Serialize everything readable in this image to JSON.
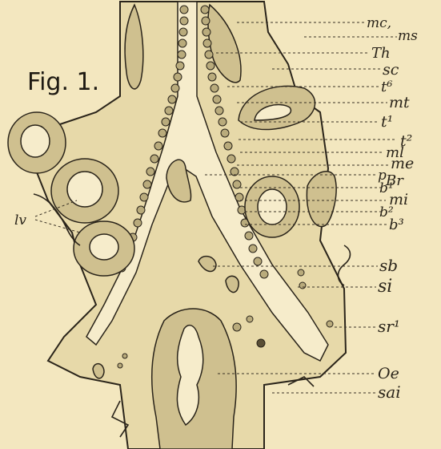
{
  "figure": {
    "title": "Fig. 1.",
    "labels": {
      "mc": "mc,",
      "ms": "ms",
      "th": "Th",
      "sc": "sc",
      "t6": "t⁶",
      "mt": "mt",
      "t1": "t¹",
      "t2": "t²",
      "ml": "ml",
      "me": "me",
      "p": "p",
      "br": "Br",
      "b1": "b¹",
      "mi": "mi",
      "b2": "b²",
      "b3": "b³",
      "sb": "sb",
      "si": "si",
      "sr1": "sr¹",
      "oe": "Oe",
      "sai": "sai",
      "lv": "lv"
    }
  }
}
